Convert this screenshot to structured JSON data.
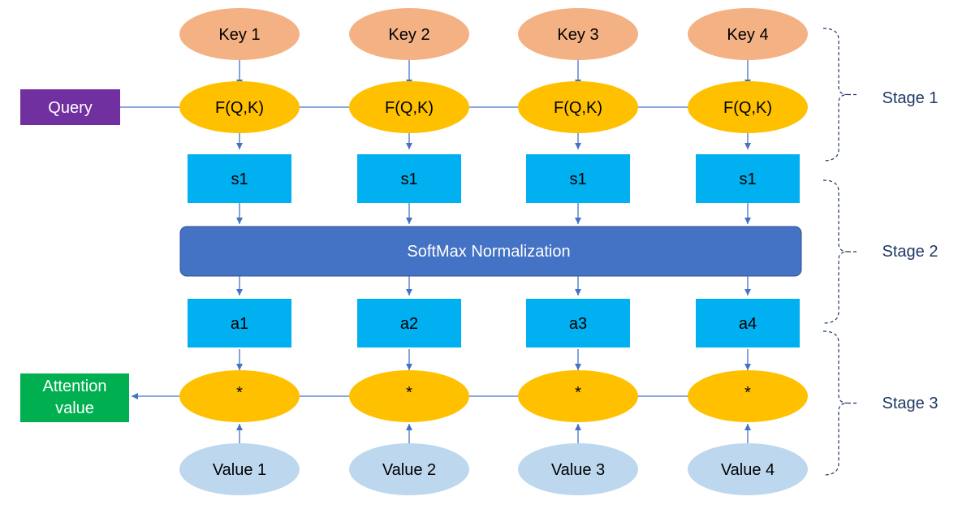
{
  "keys": [
    "Key 1",
    "Key 2",
    "Key 3",
    "Key 4"
  ],
  "query_label": "Query",
  "score_fn_label": "F(Q,K)",
  "scores": [
    "s1",
    "s1",
    "s1",
    "s1"
  ],
  "softmax_label": "SoftMax Normalization",
  "weights": [
    "a1",
    "a2",
    "a3",
    "a4"
  ],
  "multiply_label": "*",
  "values": [
    "Value 1",
    "Value 2",
    "Value 3",
    "Value 4"
  ],
  "output_label": [
    "Attention",
    "value"
  ],
  "stages": [
    "Stage 1",
    "Stage 2",
    "Stage 3"
  ],
  "colors": {
    "key": "#f4b183",
    "score_fn": "#ffc000",
    "query": "#7030a0",
    "score_box": "#00b0f0",
    "softmax": "#4472c4",
    "multiply": "#ffc000",
    "value": "#bdd7ee",
    "output": "#00b050",
    "arrow": "#4472c4",
    "bracket": "#1f3864"
  }
}
